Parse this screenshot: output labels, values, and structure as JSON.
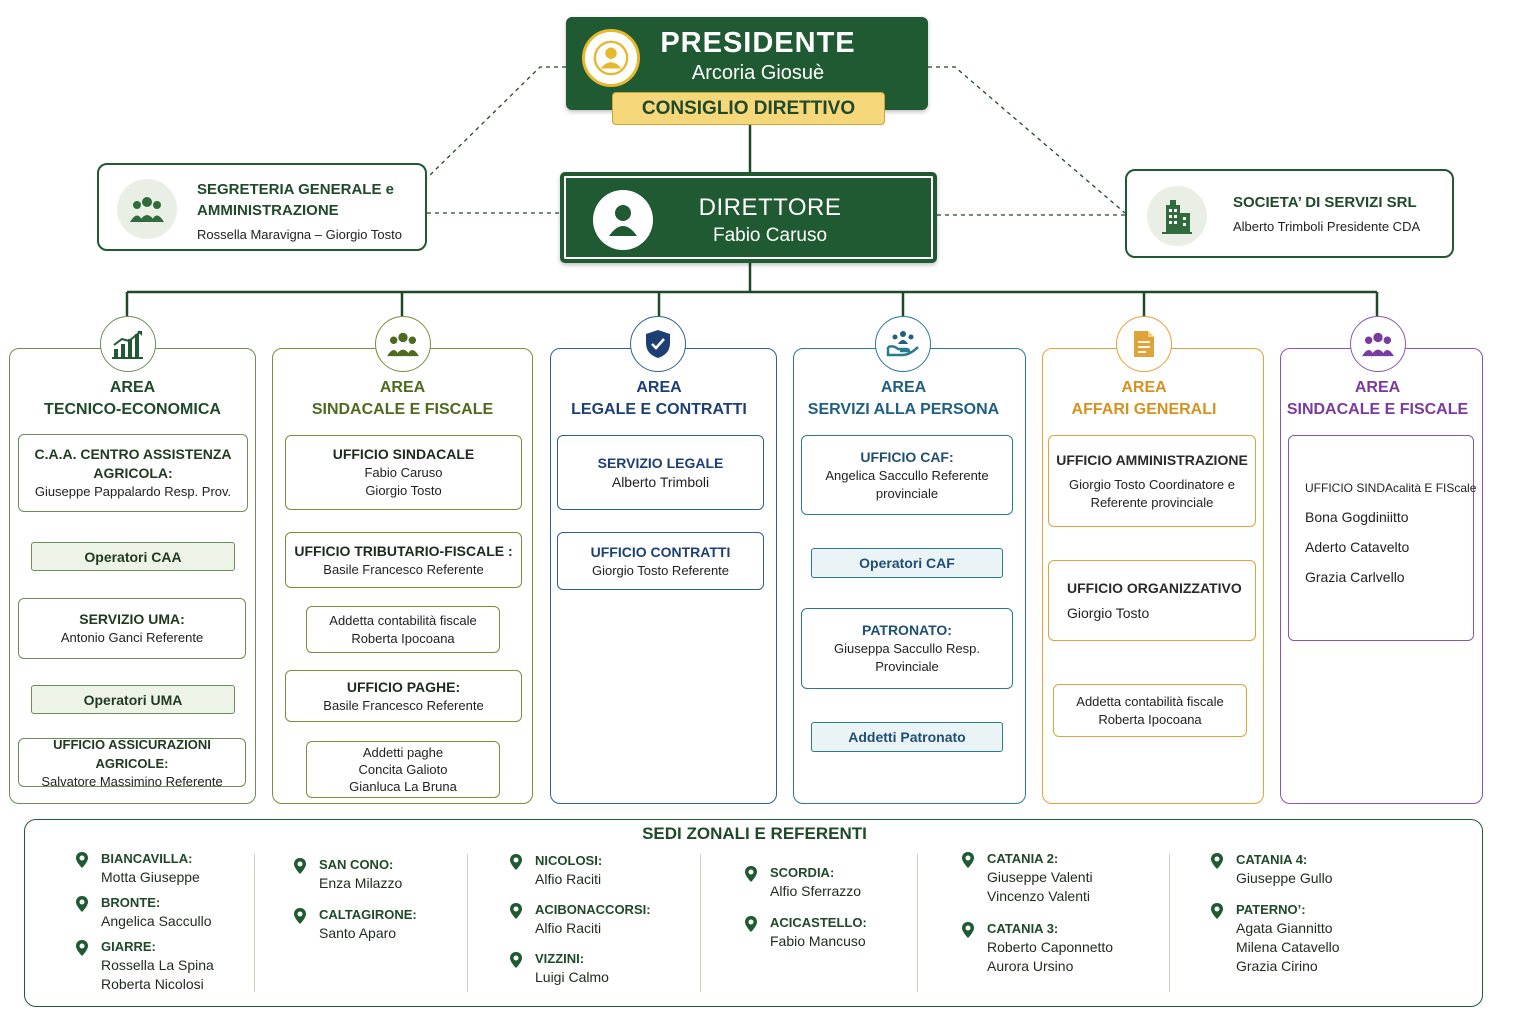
{
  "presidente": {
    "title": "PRESIDENTE",
    "name": "Arcoria Giosuè",
    "consiglio": "CONSIGLIO DIRETTIVO"
  },
  "direttore": {
    "title": "DIRETTORE",
    "name": "Fabio Caruso"
  },
  "segreteria": {
    "title": "SEGRETERIA GENERALE e AMMINISTRAZIONE",
    "people": "Rossella Maravigna – Giorgio Tosto"
  },
  "societa": {
    "title": "SOCIETA’ DI SERVIZI SRL",
    "people": "Alberto Trimboli Presidente CDA"
  },
  "areas": [
    {
      "line1": "AREA",
      "line2": "TECNICO-ECONOMICA",
      "color": "#1f4a2a",
      "icon": "chart-icon",
      "caa": {
        "title": "C.A.A. CENTRO ASSISTENZA AGRICOLA:",
        "sub": "Giuseppe Pappalardo Resp. Prov."
      },
      "op_caa": "Operatori CAA",
      "uma": {
        "title": "SERVIZIO UMA:",
        "sub": "Antonio Ganci Referente"
      },
      "op_uma": "Operatori UMA",
      "assic": {
        "title": "UFFICIO ASSICURAZIONI AGRICOLE:",
        "sub": "Salvatore Massimino Referente"
      }
    },
    {
      "line1": "AREA",
      "line2": "SINDACALE E FISCALE",
      "color": "#4f6a1f",
      "icon": "group-icon",
      "sindacale": {
        "title": "UFFICIO SINDACALE",
        "sub1": "Fabio Caruso",
        "sub2": "Giorgio Tosto"
      },
      "tributario": {
        "title": "UFFICIO TRIBUTARIO-FISCALE :",
        "sub": "Basile Francesco Referente"
      },
      "addetta": {
        "line1": "Addetta contabilità fiscale",
        "line2": "Roberta Ipocoana"
      },
      "paghe": {
        "title": "UFFICIO PAGHE:",
        "sub": "Basile Francesco Referente"
      },
      "addetti_paghe": {
        "line1": "Addetti paghe",
        "line2": "Concita Galioto",
        "line3": "Gianluca La Bruna"
      }
    },
    {
      "line1": "AREA",
      "line2": "LEGALE E CONTRATTI",
      "color": "#1d3f74",
      "icon": "shield-icon",
      "legale": {
        "title": "SERVIZIO LEGALE",
        "sub": "Alberto Trimboli"
      },
      "contratti": {
        "title": "UFFICIO CONTRATTI",
        "sub": "Giorgio Tosto Referente"
      }
    },
    {
      "line1": "AREA",
      "line2": "SERVIZI ALLA PERSONA",
      "color": "#1f5f80",
      "icon": "care-hand-icon",
      "caf": {
        "title": "UFFICIO CAF:",
        "sub": "Angelica Saccullo Referente provinciale"
      },
      "op_caf": "Operatori CAF",
      "patronato": {
        "title": "PATRONATO:",
        "sub": "Giuseppa Saccullo Resp. Provinciale"
      },
      "addetti_patronato": "Addetti Patronato"
    },
    {
      "line1": "AREA",
      "line2": "AFFARI GENERALI",
      "color": "#d4921f",
      "icon": "document-icon",
      "amministrazione": {
        "title": "UFFICIO AMMINISTRAZIONE",
        "sub": "Giorgio Tosto Coordinatore e Referente provinciale"
      },
      "organizzativo": {
        "title": "UFFICIO ORGANIZZATIVO",
        "sub": "Giorgio Tosto"
      },
      "addetta": {
        "line1": "Addetta contabilità fiscale",
        "line2": "Roberta Ipocoana"
      }
    },
    {
      "line1": "AREA",
      "line2": "SINDACALE E FISCALE",
      "color": "#7a3a9e",
      "icon": "group-icon",
      "ufficio": {
        "title": "UFFICIO SINDAcalità E FIScale",
        "p1": "Bona Gogdiniitto",
        "p2": "Aderto Catavelto",
        "p3": "Grazia Carlvello"
      }
    }
  ],
  "sedi": {
    "title": "SEDI ZONALI E REFERENTI",
    "col1": [
      {
        "name": "BIANCAVILLA:",
        "people": [
          "Motta Giuseppe"
        ]
      },
      {
        "name": "BRONTE:",
        "people": [
          "Angelica Saccullo"
        ]
      },
      {
        "name": "GIARRE:",
        "people": [
          "Rossella La Spina",
          "Roberta Nicolosi"
        ]
      }
    ],
    "col2": [
      {
        "name": "SAN CONO:",
        "people": [
          "Enza Milazzo"
        ]
      },
      {
        "name": "CALTAGIRONE:",
        "people": [
          "Santo Aparo"
        ]
      }
    ],
    "col3": [
      {
        "name": "NICOLOSI:",
        "people": [
          "Alfio Raciti"
        ]
      },
      {
        "name": "ACIBONACCORSI:",
        "people": [
          "Alfio Raciti"
        ]
      },
      {
        "name": "VIZZINI:",
        "people": [
          "Luigi Calmo"
        ]
      }
    ],
    "col4": [
      {
        "name": "SCORDIA:",
        "people": [
          "Alfio Sferrazzo"
        ]
      },
      {
        "name": "ACICASTELLO:",
        "people": [
          "Fabio Mancuso"
        ]
      }
    ],
    "col5": [
      {
        "name": "CATANIA 2:",
        "people": [
          "Giuseppe Valenti",
          "Vincenzo Valenti"
        ]
      },
      {
        "name": "CATANIA 3:",
        "people": [
          "Roberto Caponnetto",
          "Aurora Ursino"
        ]
      }
    ],
    "col6": [
      {
        "name": "CATANIA 4:",
        "people": [
          "Giuseppe Gullo"
        ]
      },
      {
        "name": "PATERNO’:",
        "people": [
          "Agata Giannitto",
          "Milena Catavello",
          "Grazia Cirino"
        ]
      }
    ]
  }
}
